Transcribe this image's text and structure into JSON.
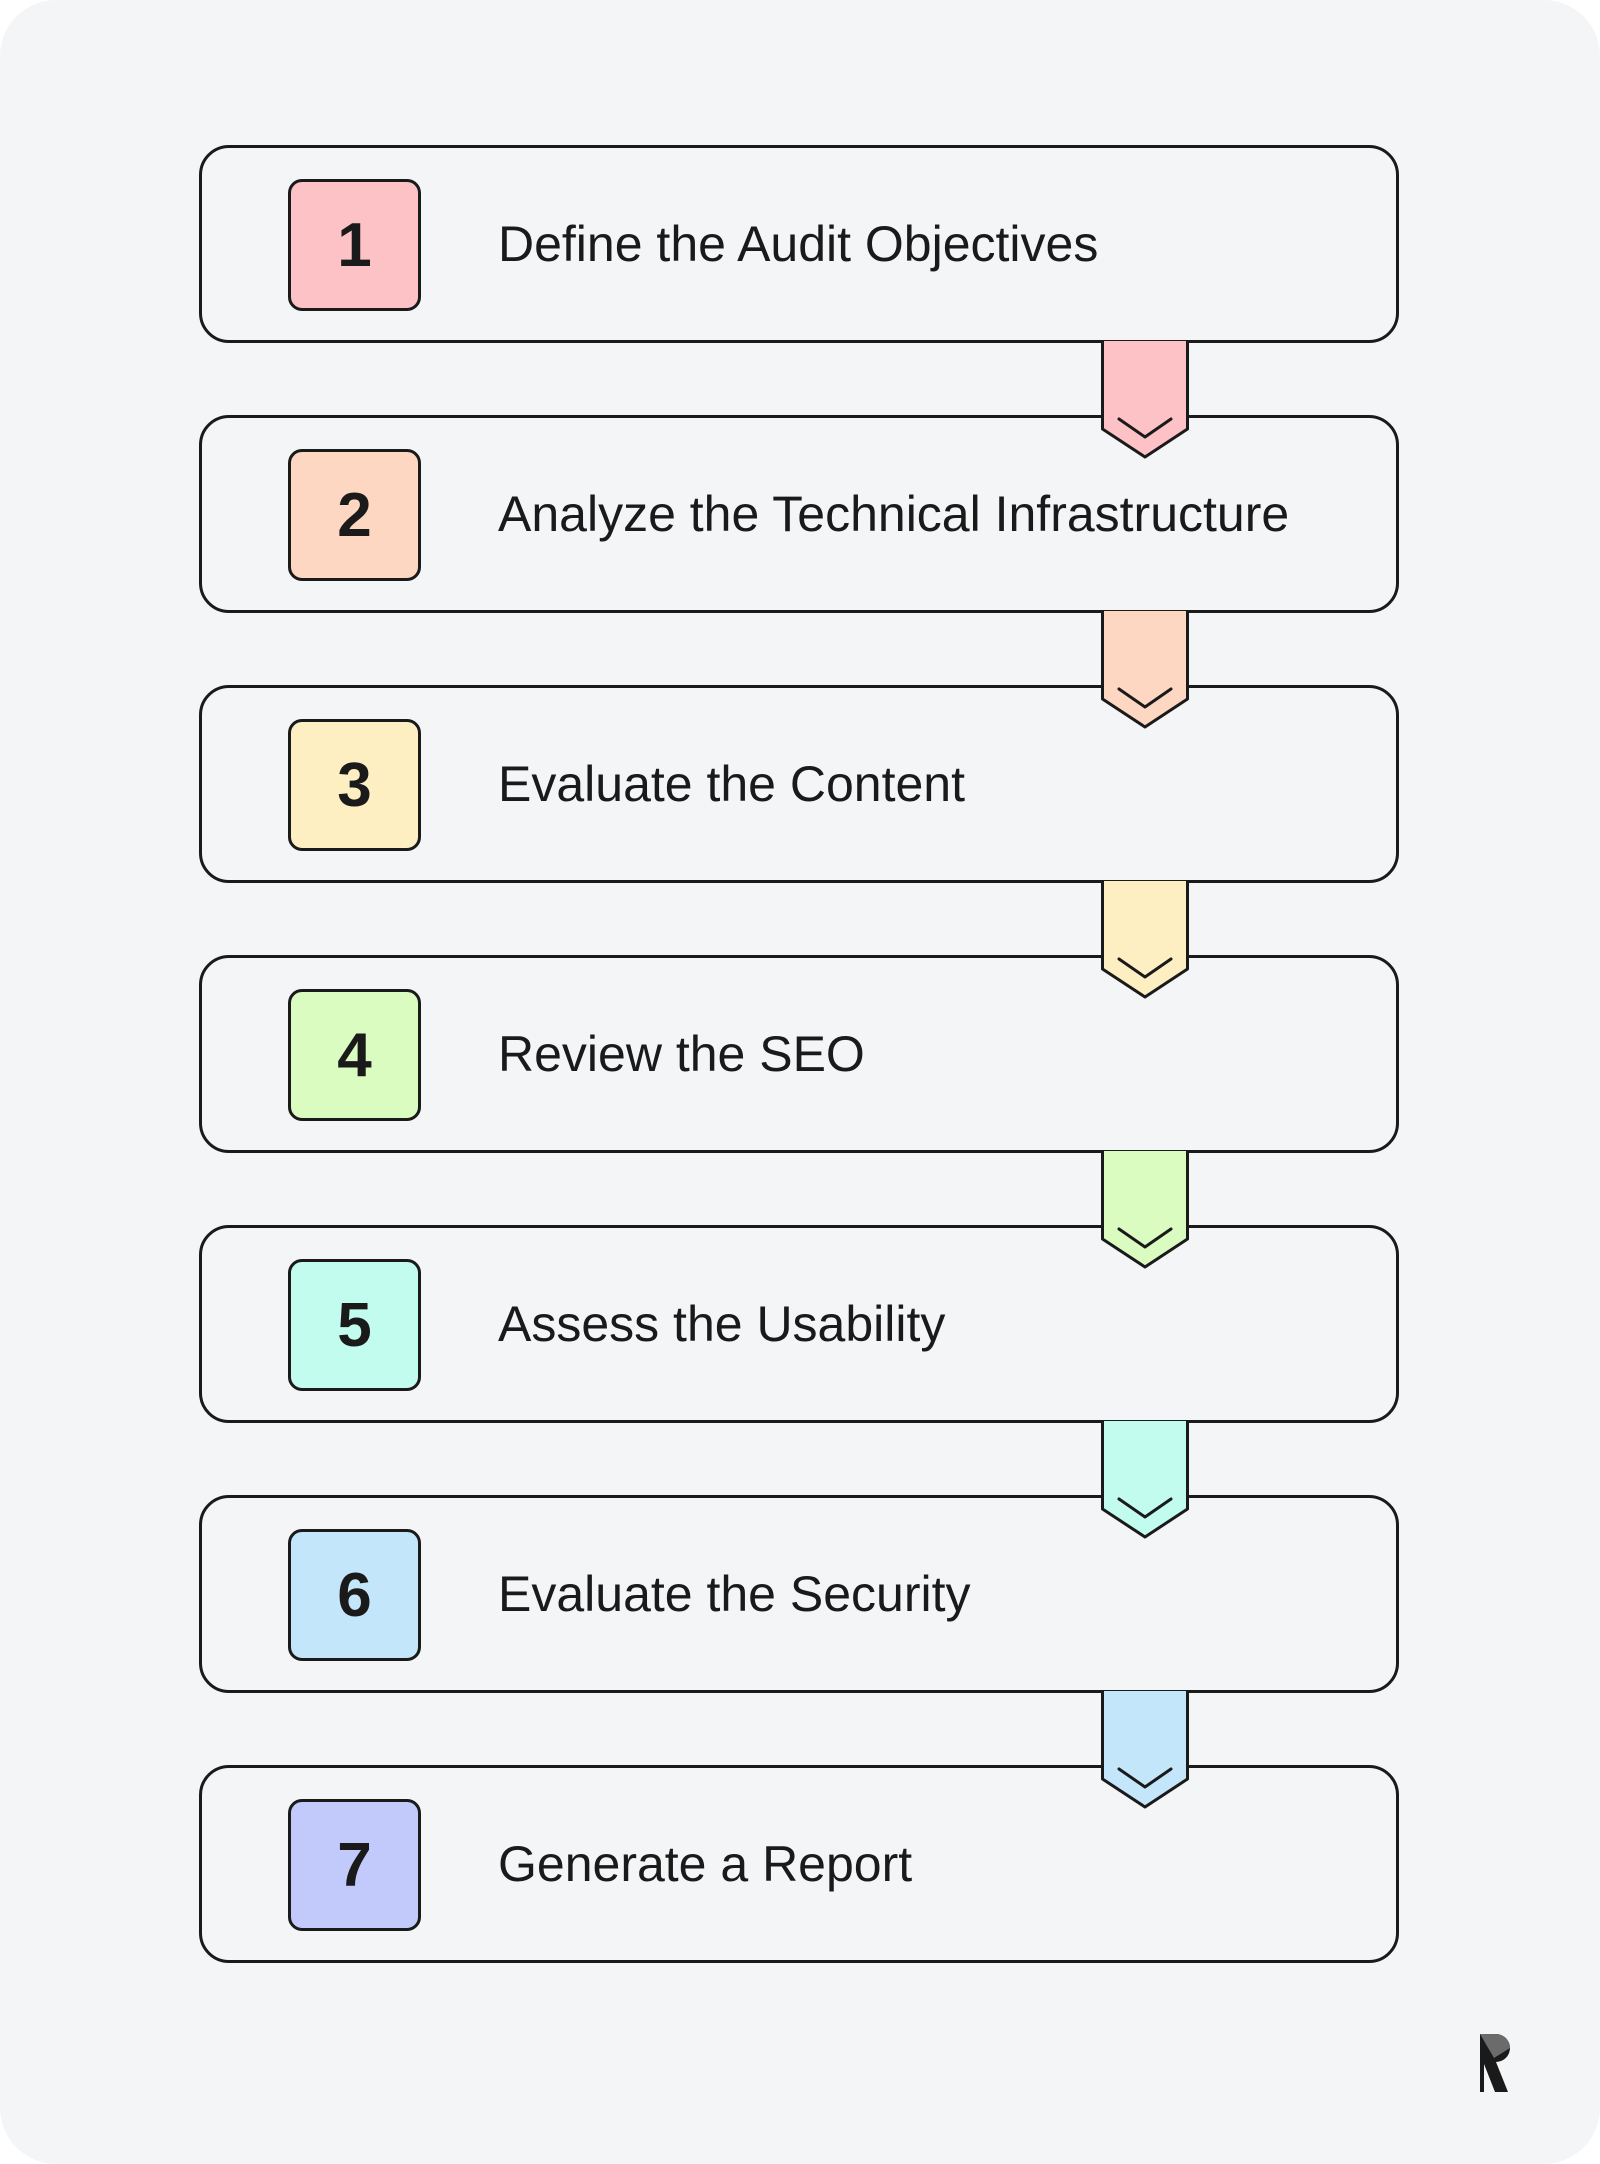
{
  "steps": [
    {
      "number": "1",
      "label": "Define the Audit Objectives",
      "color": "#fcc2c6"
    },
    {
      "number": "2",
      "label": "Analyze the Technical Infrastructure",
      "color": "#fdd7c1"
    },
    {
      "number": "3",
      "label": "Evaluate the Content",
      "color": "#fdefc2"
    },
    {
      "number": "4",
      "label": "Review the SEO",
      "color": "#dafcc0"
    },
    {
      "number": "5",
      "label": "Assess the Usability",
      "color": "#c2fcef"
    },
    {
      "number": "6",
      "label": "Evaluate the Security",
      "color": "#c3e6fb"
    },
    {
      "number": "7",
      "label": "Generate a Report",
      "color": "#c2cafc"
    }
  ],
  "connector_icon": "chevron-down-icon",
  "logo_icon": "brand-r-logo-icon",
  "colors": {
    "background": "#f4f5f7",
    "outline": "#1a1a1a"
  }
}
